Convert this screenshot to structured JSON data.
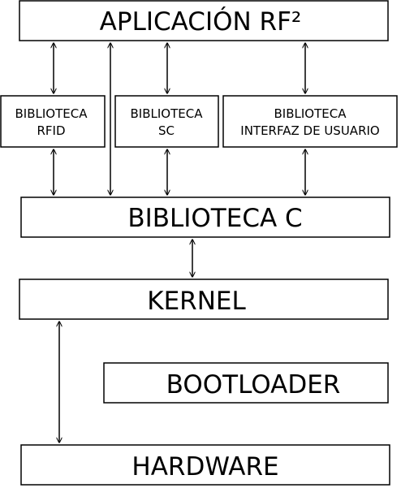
{
  "diagram": {
    "app": {
      "label": "APLICACIÓN RF²"
    },
    "lib_rfid": {
      "line1": "BIBLIOTECA",
      "line2": "RFID"
    },
    "lib_sc": {
      "line1": "BIBLIOTECA",
      "line2": "SC"
    },
    "lib_ui": {
      "line1": "BIBLIOTECA",
      "line2": "INTERFAZ DE USUARIO"
    },
    "lib_c": {
      "label": "BIBLIOTECA C"
    },
    "kernel": {
      "label": "KERNEL"
    },
    "bootloader": {
      "label": "BOOTLOADER"
    },
    "hardware": {
      "label": "HARDWARE"
    }
  },
  "colors": {
    "stroke": "#000000",
    "background": "#ffffff"
  }
}
